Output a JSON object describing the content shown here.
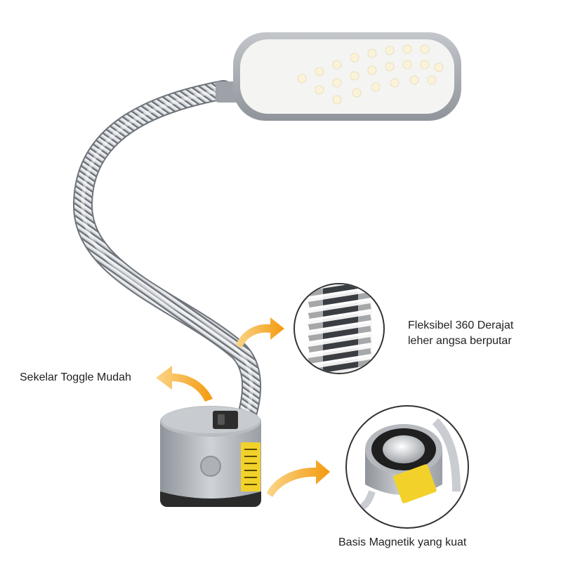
{
  "labels": {
    "toggle": "Sekelar Toggle Mudah",
    "flex_line1": "Fleksibel 360 Derajat",
    "flex_line2": "leher angsa berputar",
    "magnet": "Basis Magnetik yang kuat"
  },
  "colors": {
    "arrow": "#f5a623",
    "lamp_body": "#a8acb3",
    "lamp_panel": "#f4f4f2",
    "led": "#fbf6e6",
    "gooseneck": "#c9ccd1",
    "warning_label": "#f2d22a",
    "base_bottom": "#2b2b2b",
    "magnet_core": "#dcdcdc"
  },
  "icons": [
    "arrow-icon",
    "lamp-illustration"
  ]
}
